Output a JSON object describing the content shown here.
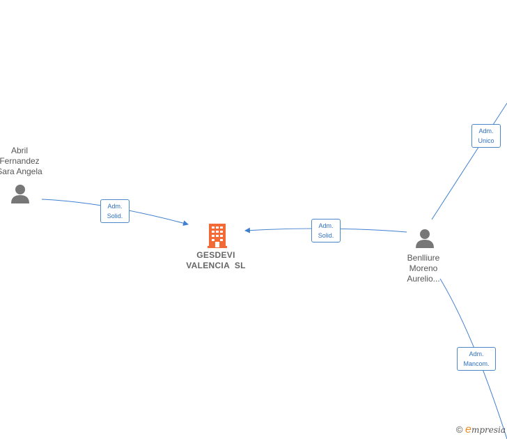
{
  "colors": {
    "edge": "#3f7fcf",
    "person_icon": "#777777",
    "company_icon": "#f26a35",
    "label_border": "#4a86c8"
  },
  "nodes": {
    "person_left": {
      "lines": [
        "Abril",
        "Fernandez",
        "Sara Angela"
      ],
      "icon": "person-icon"
    },
    "company": {
      "lines": [
        "GESDEVI",
        "VALENCIA  SL"
      ],
      "icon": "building-icon"
    },
    "person_right": {
      "lines": [
        "Benlliure",
        "Moreno",
        "Aurelio..."
      ],
      "icon": "person-icon"
    }
  },
  "edges": {
    "left_to_company": {
      "line1": "Adm.",
      "line2": "Solid."
    },
    "right_to_company": {
      "line1": "Adm.",
      "line2": "Solid."
    },
    "right_to_top": {
      "line1": "Adm.",
      "line2": "Unico"
    },
    "right_to_bottom": {
      "line1": "Adm.",
      "line2": "Mancom."
    }
  },
  "footer": {
    "copyright": "©",
    "brand_first": "e",
    "brand_rest": "mpresia"
  }
}
